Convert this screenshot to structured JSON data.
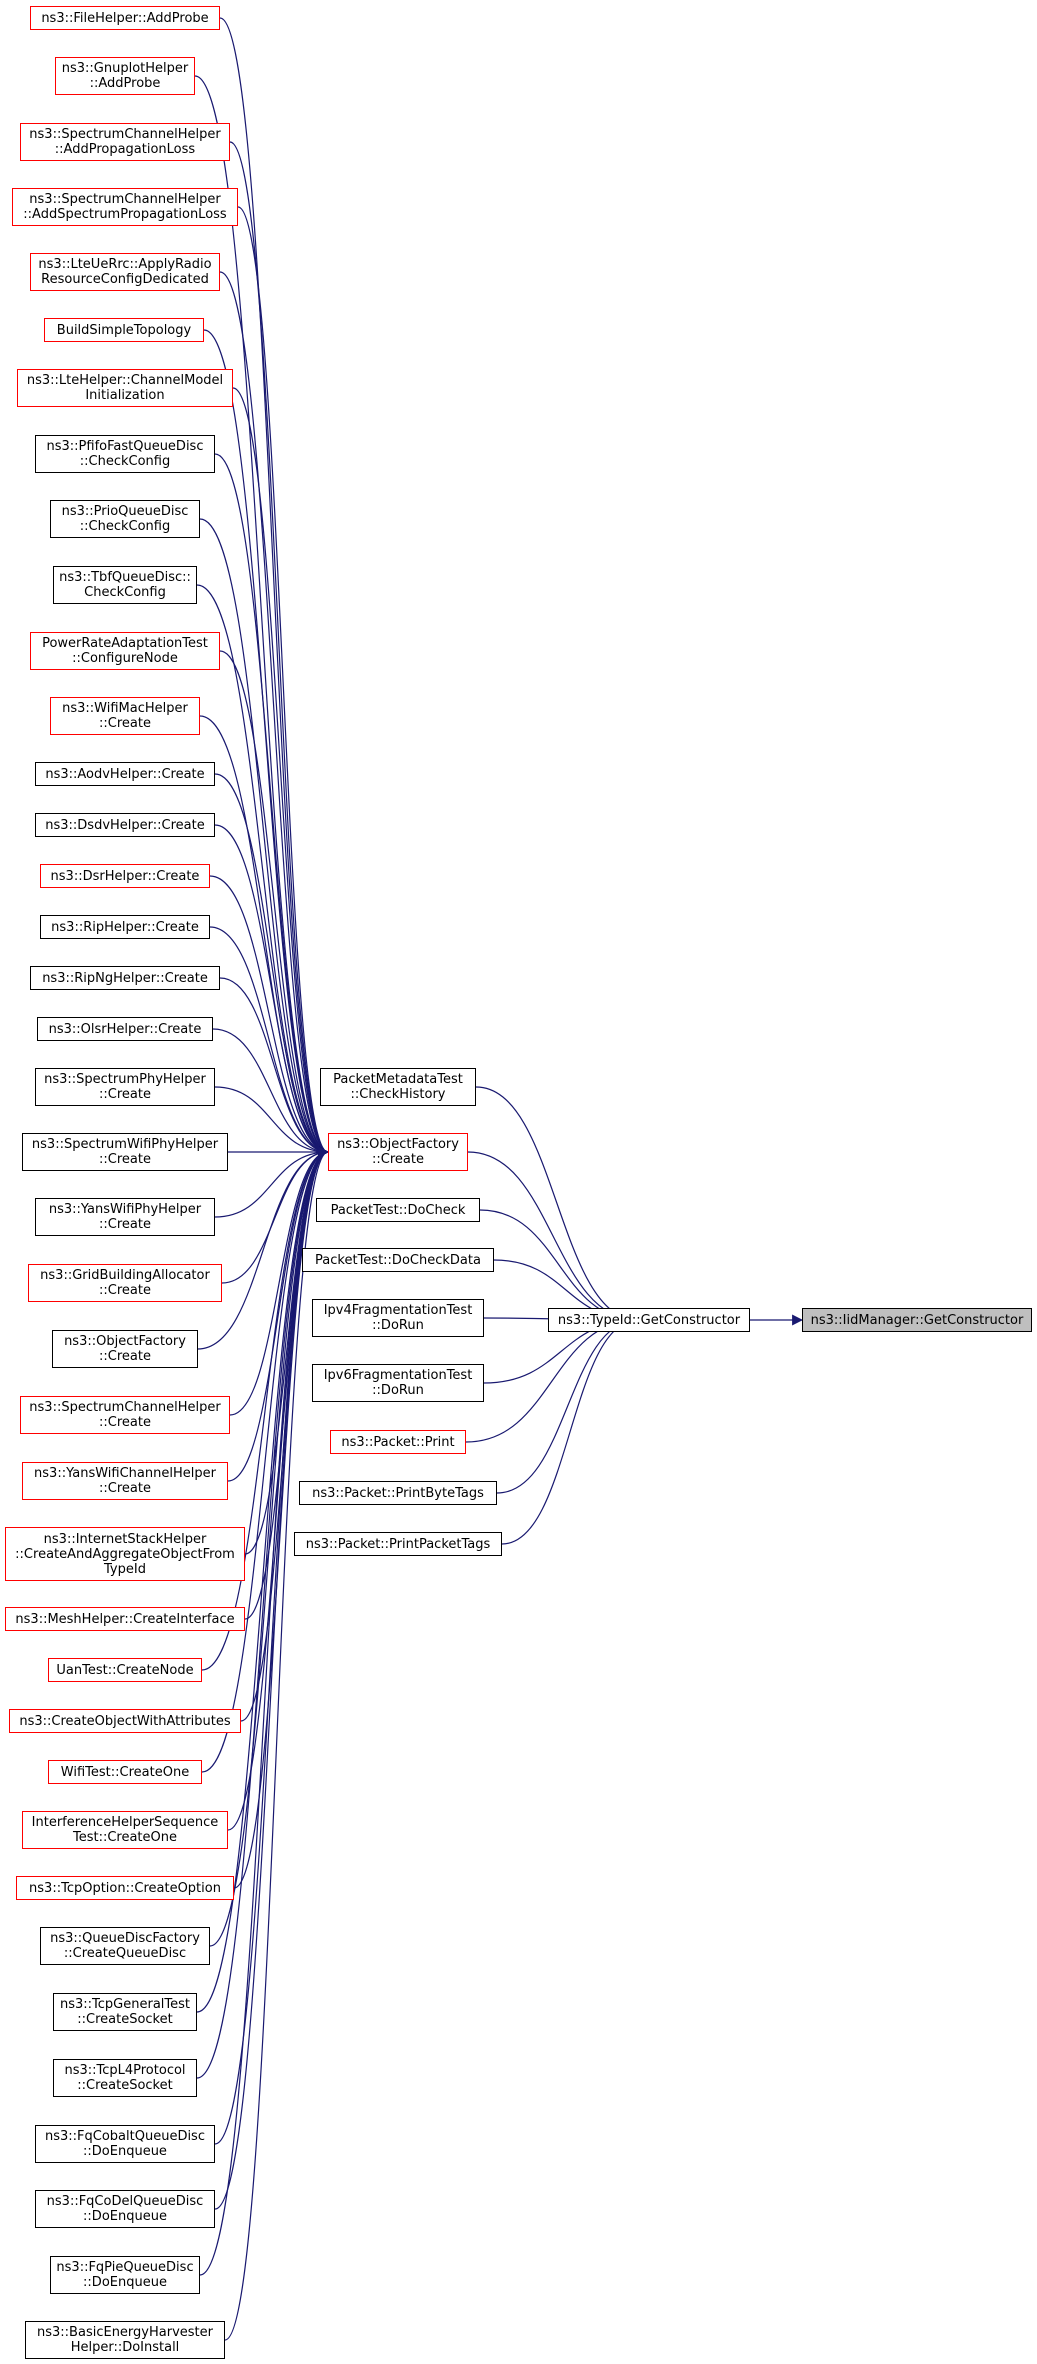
{
  "colors": {
    "edge": "#191970",
    "documented_border": "#000000",
    "undocumented_border": "#ff0000",
    "current_fill": "#bfbfbf"
  },
  "nodes": {
    "fh_addprobe": {
      "label": "ns3::FileHelper::AddProbe"
    },
    "gp_addprobe": {
      "label": "ns3::GnuplotHelper\n::AddProbe"
    },
    "sch_addprop": {
      "label": "ns3::SpectrumChannelHelper\n::AddPropagationLoss"
    },
    "sch_addspec": {
      "label": "ns3::SpectrumChannelHelper\n::AddSpectrumPropagationLoss"
    },
    "lte_apply": {
      "label": "ns3::LteUeRrc::ApplyRadio\nResourceConfigDedicated"
    },
    "build_topo": {
      "label": "BuildSimpleTopology"
    },
    "lte_chan": {
      "label": "ns3::LteHelper::ChannelModel\nInitialization"
    },
    "pfifo_check": {
      "label": "ns3::PfifoFastQueueDisc\n::CheckConfig"
    },
    "prio_check": {
      "label": "ns3::PrioQueueDisc\n::CheckConfig"
    },
    "tbf_check": {
      "label": "ns3::TbfQueueDisc::\nCheckConfig"
    },
    "pra_config": {
      "label": "PowerRateAdaptationTest\n::ConfigureNode"
    },
    "wifimac_create": {
      "label": "ns3::WifiMacHelper\n::Create"
    },
    "aodv_create": {
      "label": "ns3::AodvHelper::Create"
    },
    "dsdv_create": {
      "label": "ns3::DsdvHelper::Create"
    },
    "dsr_create": {
      "label": "ns3::DsrHelper::Create"
    },
    "rip_create": {
      "label": "ns3::RipHelper::Create"
    },
    "ripng_create": {
      "label": "ns3::RipNgHelper::Create"
    },
    "olsr_create": {
      "label": "ns3::OlsrHelper::Create"
    },
    "specphy_create": {
      "label": "ns3::SpectrumPhyHelper\n::Create"
    },
    "specwifiphy_create": {
      "label": "ns3::SpectrumWifiPhyHelper\n::Create"
    },
    "yansphy_create": {
      "label": "ns3::YansWifiPhyHelper\n::Create"
    },
    "gridbuild_create": {
      "label": "ns3::GridBuildingAllocator\n::Create"
    },
    "objfactory2_create": {
      "label": "ns3::ObjectFactory\n::Create"
    },
    "specchan_create": {
      "label": "ns3::SpectrumChannelHelper\n::Create"
    },
    "yanschan_create": {
      "label": "ns3::YansWifiChannelHelper\n::Create"
    },
    "inet_create": {
      "label": "ns3::InternetStackHelper\n::CreateAndAggregateObjectFrom\nTypeId"
    },
    "mesh_iface": {
      "label": "ns3::MeshHelper::CreateInterface"
    },
    "uan_node": {
      "label": "UanTest::CreateNode"
    },
    "create_obj_attr": {
      "label": "ns3::CreateObjectWithAttributes"
    },
    "wifitest_one": {
      "label": "WifiTest::CreateOne"
    },
    "interf_one": {
      "label": "InterferenceHelperSequence\nTest::CreateOne"
    },
    "tcpopt_create": {
      "label": "ns3::TcpOption::CreateOption"
    },
    "qdfactory_create": {
      "label": "ns3::QueueDiscFactory\n::CreateQueueDisc"
    },
    "tcpgen_sock": {
      "label": "ns3::TcpGeneralTest\n::CreateSocket"
    },
    "tcpl4_sock": {
      "label": "ns3::TcpL4Protocol\n::CreateSocket"
    },
    "fqcobalt_enq": {
      "label": "ns3::FqCobaltQueueDisc\n::DoEnqueue"
    },
    "fqcodel_enq": {
      "label": "ns3::FqCoDelQueueDisc\n::DoEnqueue"
    },
    "fqpie_enq": {
      "label": "ns3::FqPieQueueDisc\n::DoEnqueue"
    },
    "beh_install": {
      "label": "ns3::BasicEnergyHarvester\nHelper::DoInstall"
    },
    "objfactory_create": {
      "label": "ns3::ObjectFactory\n::Create"
    },
    "pm_checkhistory": {
      "label": "PacketMetadataTest\n::CheckHistory"
    },
    "pt_docheck": {
      "label": "PacketTest::DoCheck"
    },
    "pt_docheckdata": {
      "label": "PacketTest::DoCheckData"
    },
    "ipv4frag_dorun": {
      "label": "Ipv4FragmentationTest\n::DoRun"
    },
    "ipv6frag_dorun": {
      "label": "Ipv6FragmentationTest\n::DoRun"
    },
    "packet_print": {
      "label": "ns3::Packet::Print"
    },
    "packet_printbyte": {
      "label": "ns3::Packet::PrintByteTags"
    },
    "packet_printpkt": {
      "label": "ns3::Packet::PrintPacketTags"
    },
    "typeid_getctor": {
      "label": "ns3::TypeId::GetConstructor"
    },
    "iidmgr_getctor": {
      "label": "ns3::IidManager::GetConstructor"
    }
  }
}
